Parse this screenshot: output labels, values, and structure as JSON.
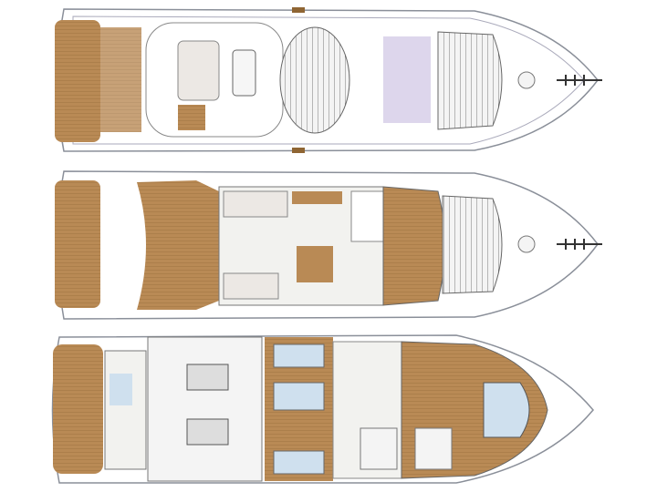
{
  "diagram": {
    "type": "yacht-deck-plan",
    "decks": [
      {
        "id": "flybridge"
      },
      {
        "id": "main-deck"
      },
      {
        "id": "lower-deck"
      }
    ]
  },
  "colors": {
    "background": "#ffffff",
    "hull_outline": "#8a8f99",
    "teak": "#b98a55",
    "teak_dark": "#8f6533",
    "interior": "#f2f2ef",
    "glass": "#cfe0ee",
    "sunpad": "#ddd6ec",
    "furniture": "#ece8e4"
  }
}
